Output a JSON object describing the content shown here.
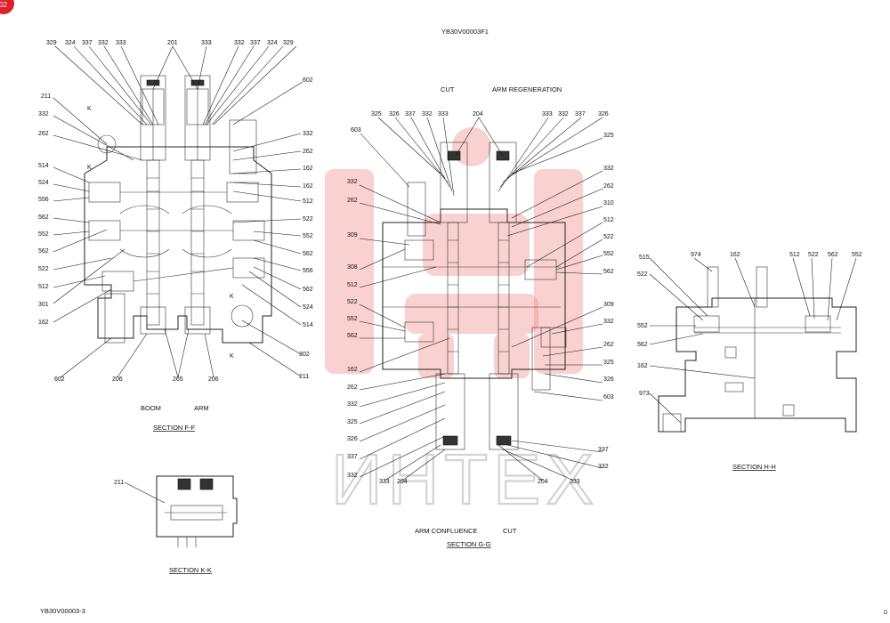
{
  "doc_code_top": "YB30V00003F1",
  "doc_code_bottom": "YB30V00003-3",
  "page_corner_mark": "02",
  "bottom_right_mark": "D",
  "watermark_text": "ИНТЕХ",
  "section_ff": {
    "caption": "SECTION  F-F",
    "title_boom": "BOOM",
    "title_arm": "ARM",
    "labels": [
      "329",
      "324",
      "337",
      "332",
      "333",
      "201",
      "333",
      "332",
      "337",
      "324",
      "329",
      "602",
      "211",
      "332",
      "262",
      "332",
      "262",
      "514",
      "162",
      "524",
      "556",
      "162",
      "512",
      "562",
      "522",
      "552",
      "552",
      "562",
      "562",
      "522",
      "512",
      "556",
      "301",
      "562",
      "162",
      "524",
      "514",
      "602",
      "206",
      "265",
      "206",
      "302",
      "211",
      "K",
      "K",
      "K",
      "K"
    ]
  },
  "section_gg": {
    "caption": "SECTION  G-G",
    "title_cut_top": "CUT",
    "title_arm_regen": "ARM REGENERATION",
    "title_arm_confluence": "ARM CONFLUENCE",
    "title_cut_bottom": "CUT",
    "labels": [
      "325",
      "326",
      "337",
      "332",
      "333",
      "204",
      "333",
      "332",
      "337",
      "326",
      "325",
      "603",
      "332",
      "262",
      "310",
      "332",
      "262",
      "512",
      "309",
      "522",
      "552",
      "308",
      "562",
      "512",
      "309",
      "522",
      "552",
      "332",
      "562",
      "262",
      "162",
      "325",
      "262",
      "326",
      "332",
      "603",
      "325",
      "326",
      "337",
      "332",
      "332",
      "333",
      "204",
      "204",
      "333",
      "337",
      "332"
    ]
  },
  "section_hh": {
    "caption": "SECTION  H-H",
    "labels": [
      "515",
      "974",
      "162",
      "512",
      "522",
      "562",
      "552",
      "522",
      "552",
      "562",
      "162",
      "973"
    ]
  },
  "section_kk": {
    "caption": "SECTION  K-K",
    "labels": [
      "211"
    ]
  }
}
